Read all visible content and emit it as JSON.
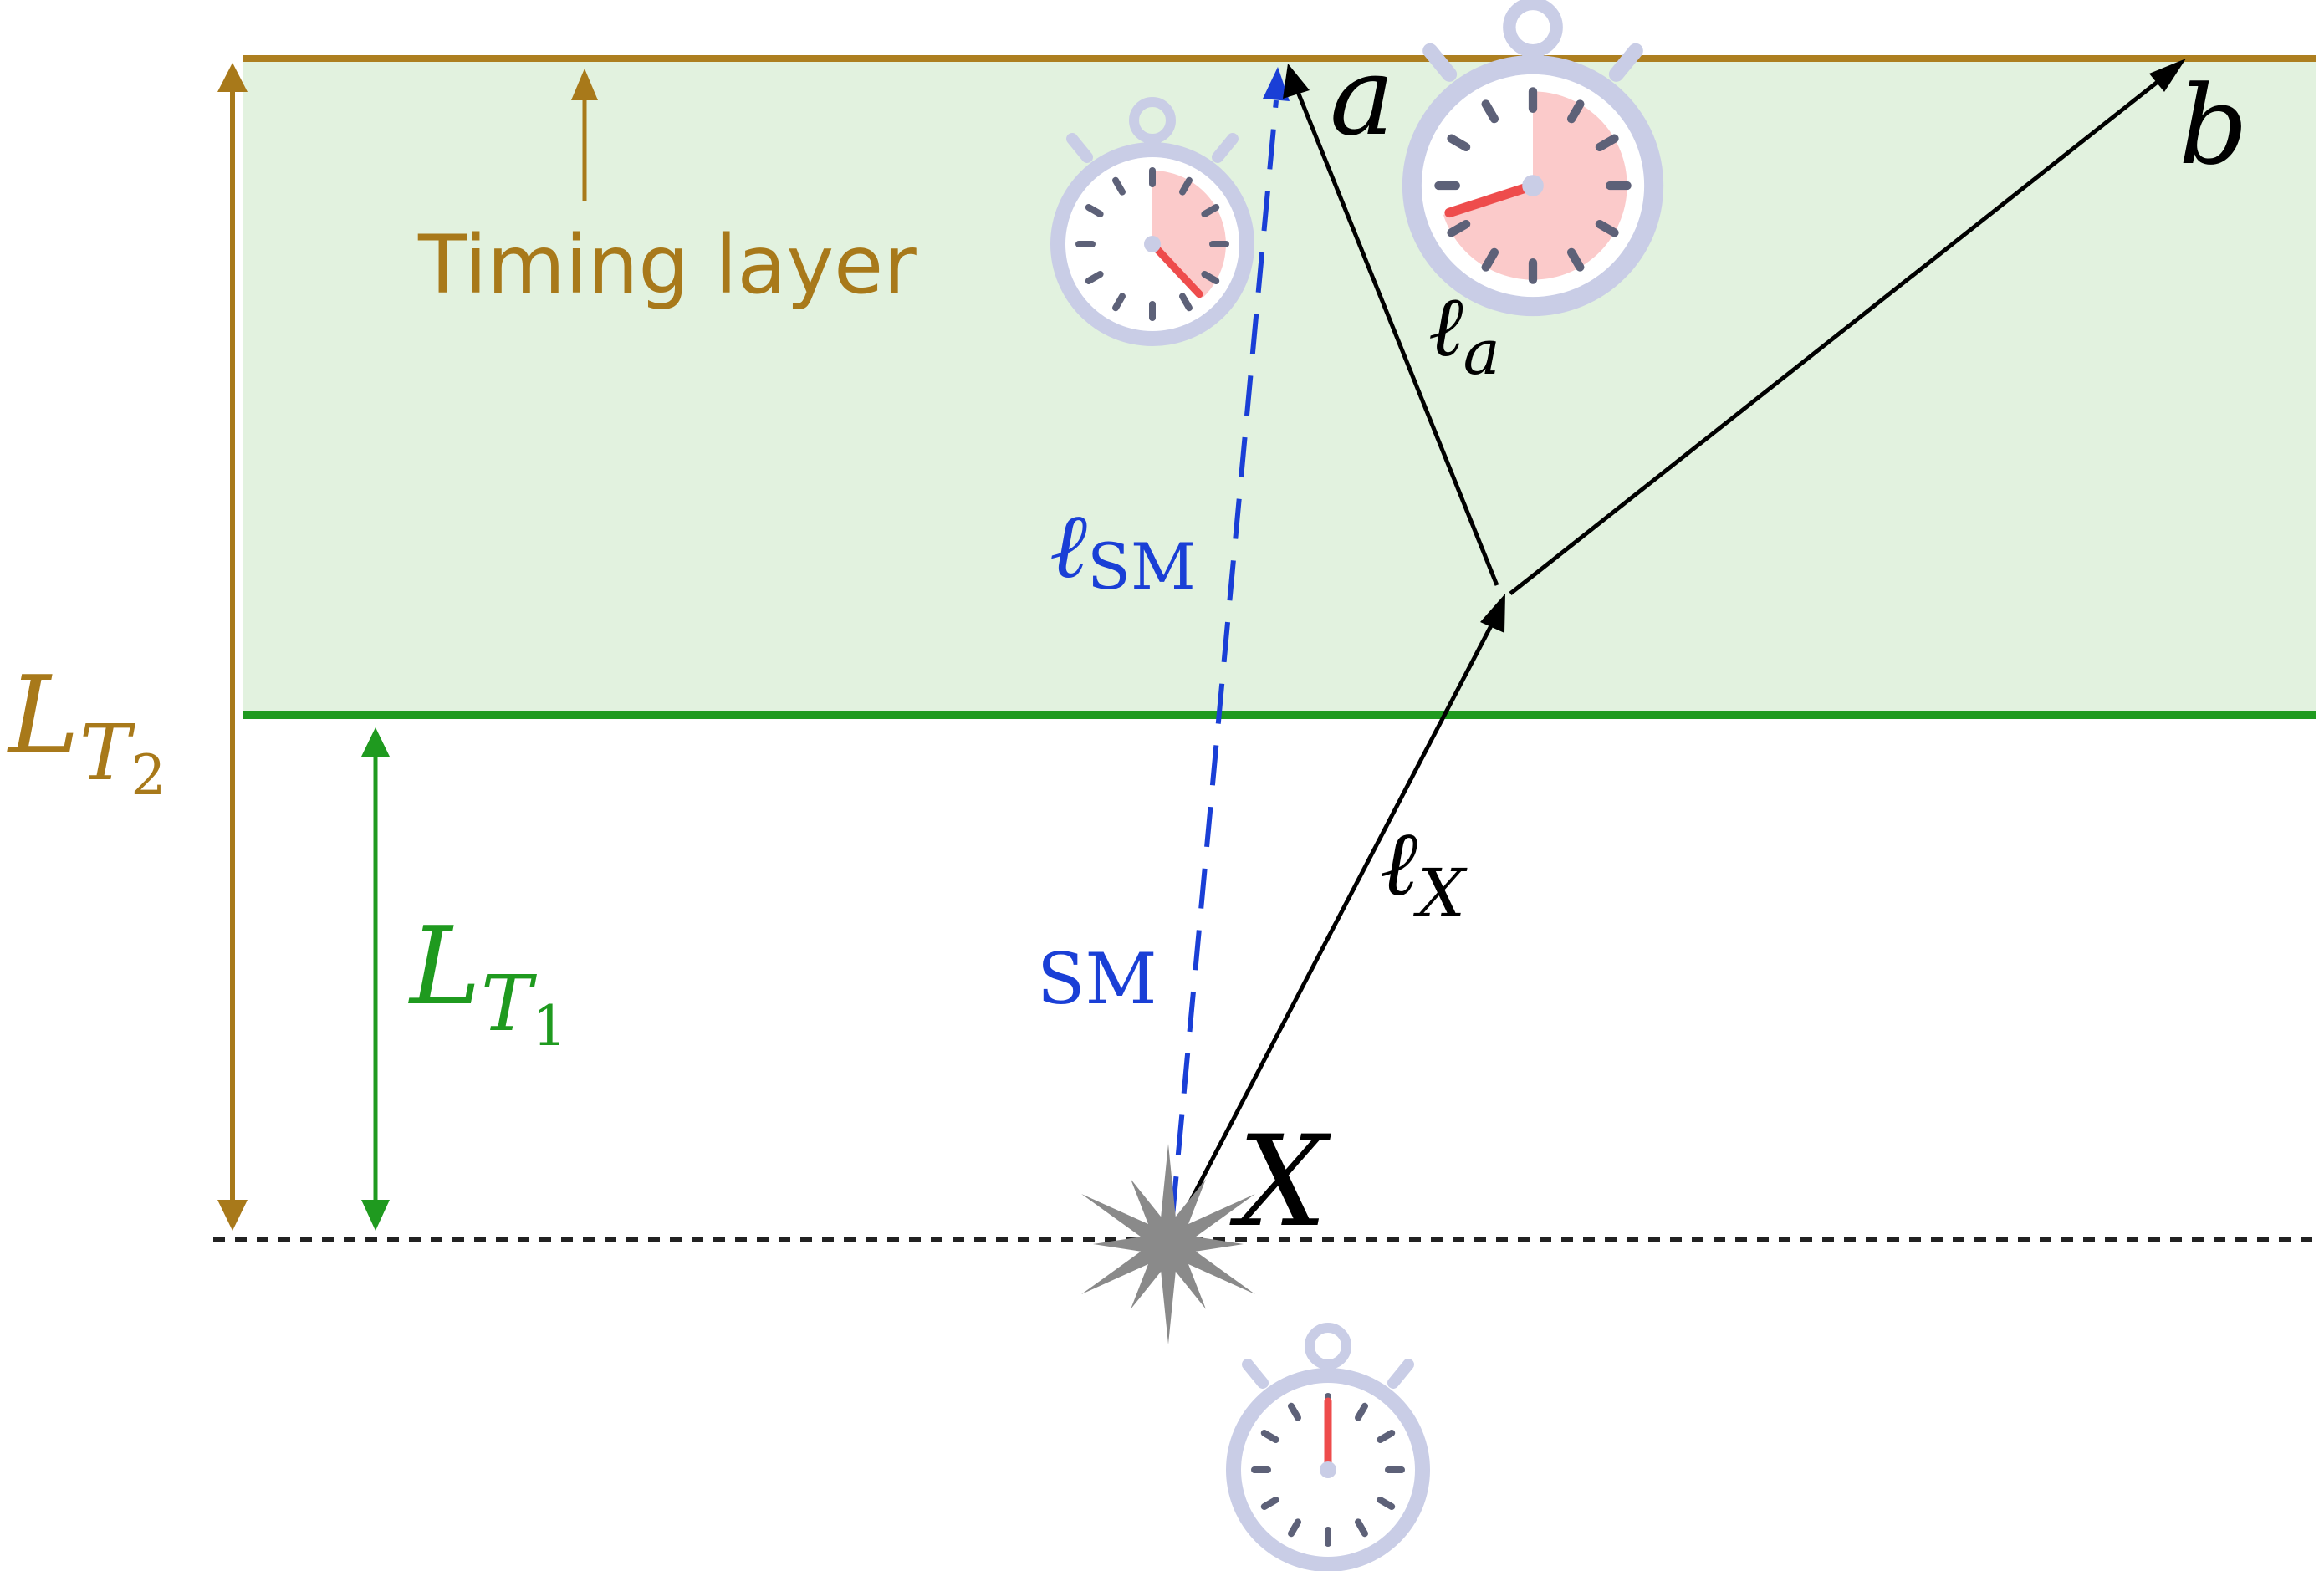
{
  "labels": {
    "timing_layer": "Timing layer",
    "l_t2_main": "L",
    "l_t2_sub": "T",
    "l_t2_subsub": "2",
    "l_t1_main": "L",
    "l_t1_sub": "T",
    "l_t1_subsub": "1",
    "ell_sm_main": "ℓ",
    "ell_sm_sub": "SM",
    "sm": "SM",
    "ell_x_main": "ℓ",
    "ell_x_sub": "X",
    "ell_a_main": "ℓ",
    "ell_a_sub": "a",
    "a": "a",
    "b": "b",
    "x": "X"
  },
  "colors": {
    "timing_layer_fill": "#e2f2df",
    "timing_layer_border": "#ad7f20",
    "lt2_color": "#a8791a",
    "lt1_color": "#1f9a1f",
    "green_line": "#1f9a1f",
    "sm_blue": "#1a3fd6",
    "track_black": "#000000",
    "burst_gray": "#8a8a8a",
    "stopwatch_rim": "#c9cde6",
    "stopwatch_face": "#ffffff",
    "stopwatch_elapsed": "#fbcaca",
    "stopwatch_hand": "#ee4c4c",
    "stopwatch_ticks": "#5d6178"
  },
  "icons": [
    "stopwatch-icon",
    "burst-icon"
  ],
  "stopwatches": [
    {
      "id": "stopwatch-sm",
      "elapsed_fraction": 0.38
    },
    {
      "id": "stopwatch-a",
      "elapsed_fraction": 0.7
    },
    {
      "id": "stopwatch-x",
      "elapsed_fraction": 0.0
    }
  ]
}
